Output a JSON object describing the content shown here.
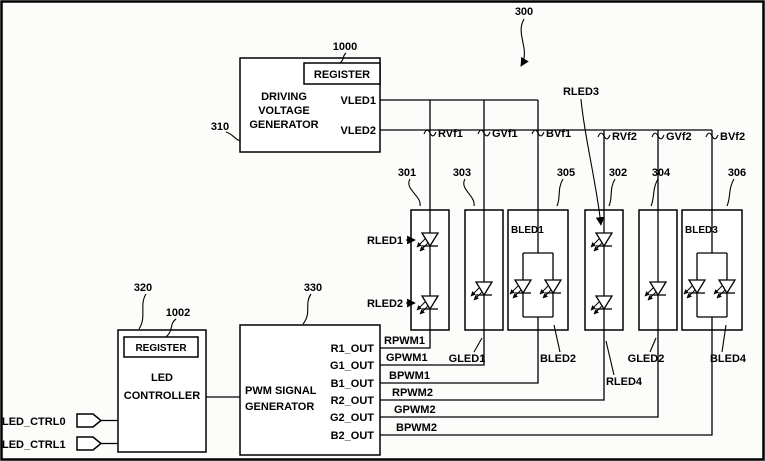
{
  "figure_ref": "300",
  "dvg": {
    "ref": "310",
    "register_ref": "1000",
    "register_label": "REGISTER",
    "name_lines": [
      "DRIVING",
      "VOLTAGE",
      "GENERATOR"
    ],
    "outputs": [
      "VLED1",
      "VLED2"
    ]
  },
  "vf_labels": [
    "RVf1",
    "GVf1",
    "BVf1",
    "RVf2",
    "GVf2",
    "BVf2"
  ],
  "string_refs": [
    "301",
    "303",
    "305",
    "302",
    "304",
    "306"
  ],
  "leds": {
    "rled1": "RLED1",
    "rled2": "RLED2",
    "gled1": "GLED1",
    "bled1": "BLED1",
    "bled2": "BLED2",
    "rled3": "RLED3",
    "rled4": "RLED4",
    "gled2": "GLED2",
    "bled3": "BLED3",
    "bled4": "BLED4"
  },
  "controller": {
    "ref": "320",
    "register_ref": "1002",
    "register_label": "REGISTER",
    "name_lines": [
      "LED",
      "CONTROLLER"
    ],
    "inputs": [
      "LED_CTRL0",
      "LED_CTRL1"
    ]
  },
  "pwm": {
    "ref": "330",
    "name_lines": [
      "PWM SIGNAL",
      "GENERATOR"
    ],
    "outputs": [
      "R1_OUT",
      "G1_OUT",
      "B1_OUT",
      "R2_OUT",
      "G2_OUT",
      "B2_OUT"
    ],
    "signals": [
      "RPWM1",
      "GPWM1",
      "BPWM1",
      "RPWM2",
      "GPWM2",
      "BPWM2"
    ]
  }
}
